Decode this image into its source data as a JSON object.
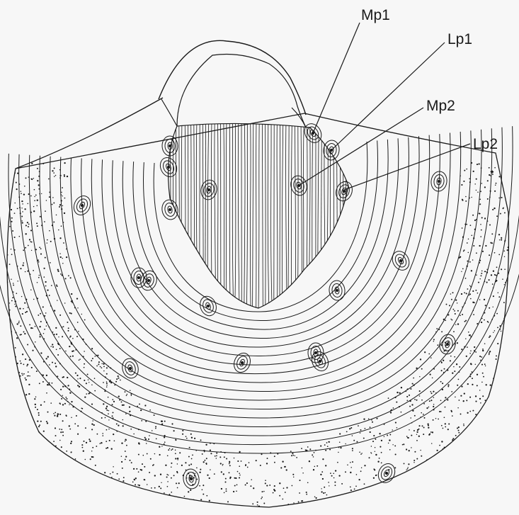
{
  "figure": {
    "labels": {
      "mp1": "Mp1",
      "lp1": "Lp1",
      "mp2": "Mp2",
      "lp2": "Lp2"
    },
    "colors": {
      "background": "#f7f7f7",
      "ink": "#1a1a1a"
    }
  }
}
